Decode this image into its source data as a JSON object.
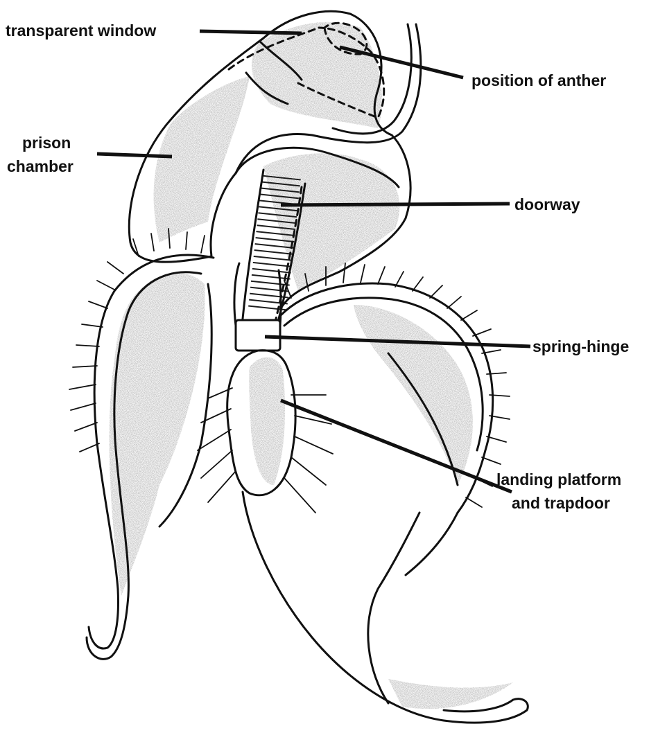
{
  "diagram": {
    "subject": "orchid-flower-trap",
    "labels": {
      "transparent_window": "transparent window",
      "position_of_anther": "position of anther",
      "prison_chamber_line1": "prison",
      "prison_chamber_line2": "chamber",
      "doorway": "doorway",
      "spring_hinge": "spring-hinge",
      "landing_platform_line1": "landing platform",
      "landing_platform_line2": "and trapdoor"
    },
    "colors": {
      "ink": "#111111",
      "paper": "#ffffff",
      "stipple": "#8a8a8a"
    }
  }
}
